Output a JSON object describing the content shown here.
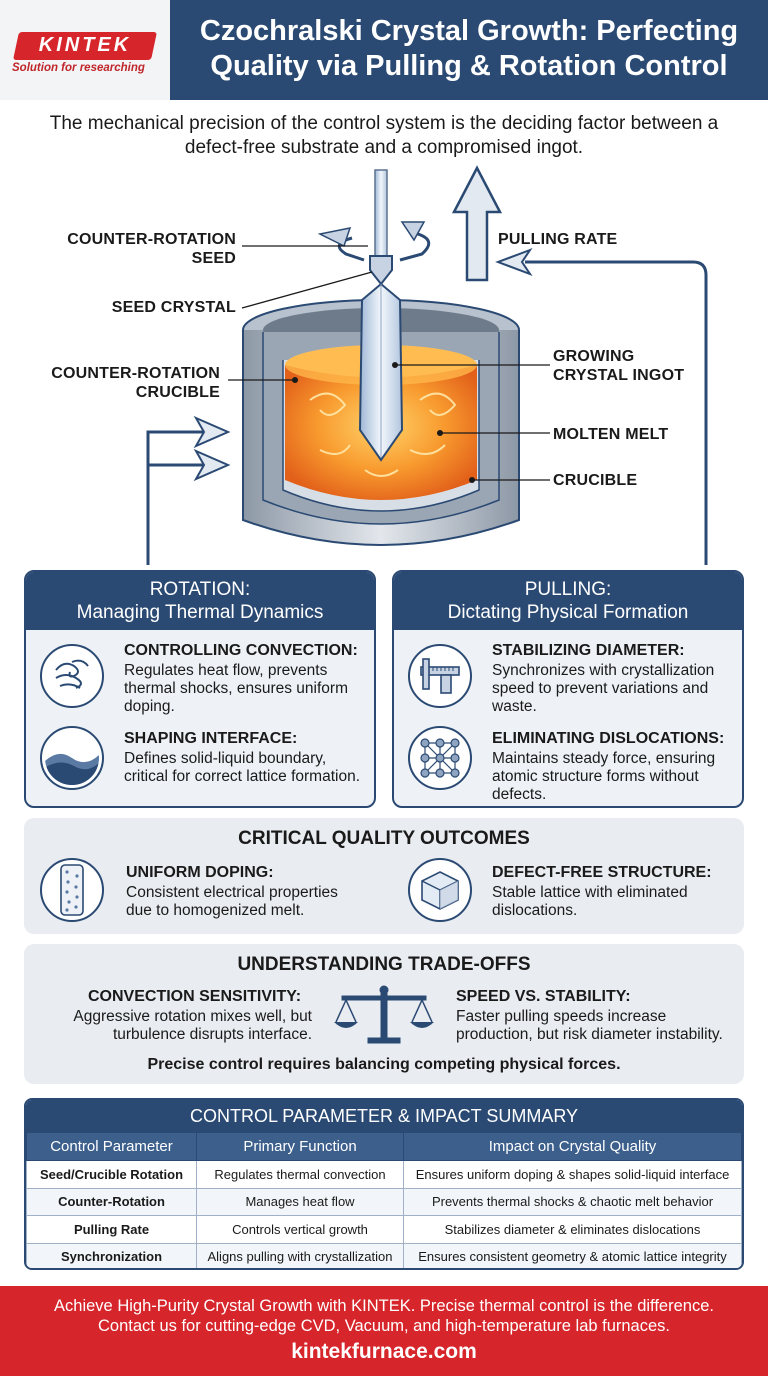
{
  "brand": {
    "logo_text": "KINTEK",
    "tagline": "Solution for researching",
    "colors": {
      "primary": "#2b4a73",
      "accent": "#d7262b",
      "melt": "#f07a1e"
    }
  },
  "title": "Czochralski Crystal Growth: Perfecting Quality via Pulling & Rotation Control",
  "subtitle": "The mechanical precision of the control system is the deciding factor between a defect-free substrate and a compromised ingot.",
  "diagram": {
    "labels": {
      "counter_rotation_seed": "COUNTER-ROTATION SEED",
      "seed_crystal": "SEED CRYSTAL",
      "counter_rotation_crucible": "COUNTER-ROTATION CRUCIBLE",
      "pulling_rate": "PULLING RATE",
      "growing_ingot": "GROWING CRYSTAL INGOT",
      "molten_melt": "MOLTEN MELT",
      "crucible": "CRUCIBLE"
    }
  },
  "rotation": {
    "heading": "ROTATION:",
    "subheading": "Managing Thermal Dynamics",
    "items": [
      {
        "title": "CONTROLLING CONVECTION:",
        "text": "Regulates heat flow, prevents thermal shocks, ensures uniform doping.",
        "icon": "convection-swirl-icon"
      },
      {
        "title": "SHAPING INTERFACE:",
        "text": "Defines solid-liquid boundary, critical for correct lattice formation.",
        "icon": "interface-wave-icon"
      }
    ]
  },
  "pulling": {
    "heading": "PULLING:",
    "subheading": "Dictating Physical Formation",
    "items": [
      {
        "title": "STABILIZING DIAMETER:",
        "text": "Synchronizes with crystallization speed to prevent variations and waste.",
        "icon": "caliper-icon"
      },
      {
        "title": "ELIMINATING DISLOCATIONS:",
        "text": "Maintains steady force, ensuring atomic structure forms without defects.",
        "icon": "lattice-icon"
      }
    ]
  },
  "outcomes": {
    "heading": "CRITICAL QUALITY OUTCOMES",
    "items": [
      {
        "title": "UNIFORM DOPING:",
        "text": "Consistent electrical properties due to homogenized melt.",
        "icon": "doped-rod-icon"
      },
      {
        "title": "DEFECT-FREE STRUCTURE:",
        "text": "Stable lattice with eliminated dislocations.",
        "icon": "crystal-cube-icon"
      }
    ]
  },
  "tradeoffs": {
    "heading": "UNDERSTANDING TRADE-OFFS",
    "left": {
      "title": "CONVECTION SENSITIVITY:",
      "text": "Aggressive rotation mixes well, but turbulence disrupts interface."
    },
    "right": {
      "title": "SPEED VS. STABILITY:",
      "text": "Faster pulling speeds increase production, but risk diameter instability."
    },
    "icon": "balance-scale-icon",
    "note": "Precise control requires balancing competing physical forces."
  },
  "table": {
    "title": "CONTROL PARAMETER & IMPACT SUMMARY",
    "headers": [
      "Control Parameter",
      "Primary Function",
      "Impact on Crystal Quality"
    ],
    "rows": [
      [
        "Seed/Crucible Rotation",
        "Regulates thermal convection",
        "Ensures uniform doping & shapes solid-liquid interface"
      ],
      [
        "Counter-Rotation",
        "Manages heat flow",
        "Prevents thermal shocks & chaotic melt behavior"
      ],
      [
        "Pulling Rate",
        "Controls vertical growth",
        "Stabilizes diameter & eliminates dislocations"
      ],
      [
        "Synchronization",
        "Aligns pulling with crystallization",
        "Ensures consistent geometry & atomic lattice integrity"
      ]
    ]
  },
  "footer": {
    "line1": "Achieve High-Purity Crystal Growth with KINTEK. Precise thermal control is the difference.",
    "line2": "Contact us for cutting-edge CVD, Vacuum, and high-temperature lab furnaces.",
    "url": "kintekfurnace.com"
  }
}
